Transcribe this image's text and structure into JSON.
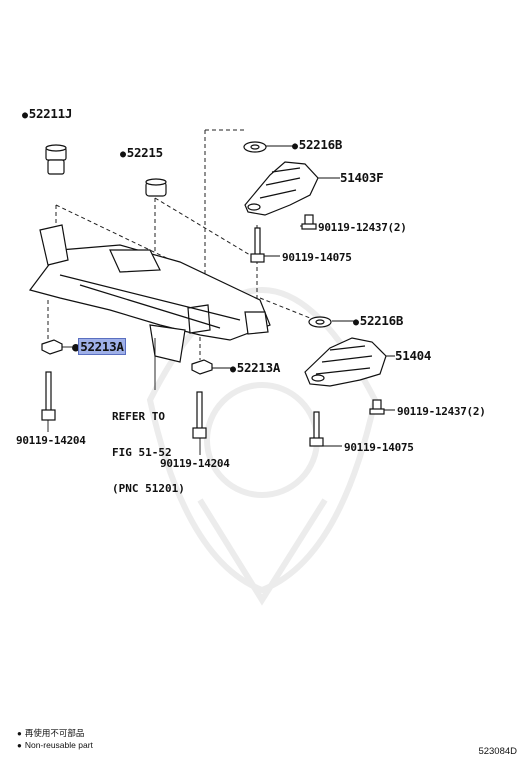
{
  "callouts": {
    "p52211J": "52211J",
    "p52215": "52215",
    "p52216B_upper": "52216B",
    "p51403F": "51403F",
    "p90119_12437_upper": "90119-12437(2)",
    "p90119_14075_upper": "90119-14075",
    "p52216B_lower": "52216B",
    "p51404": "51404",
    "p90119_12437_lower": "90119-12437(2)",
    "p90119_14075_lower": "90119-14075",
    "p52213A_left": "52213A",
    "p52213A_right": "52213A",
    "p90119_14204_left": "90119-14204",
    "p90119_14204_right": "90119-14204"
  },
  "reference_note": {
    "line1": "REFER TO",
    "line2": "FIG 51-52",
    "line3": "(PNC 51201)"
  },
  "legend": {
    "jp": "再使用不可部品",
    "en": "Non-reusable part"
  },
  "diagram_code": "523084D",
  "colors": {
    "highlight": "#9fb0e8",
    "ink": "#111111",
    "watermark": "#ececec"
  }
}
